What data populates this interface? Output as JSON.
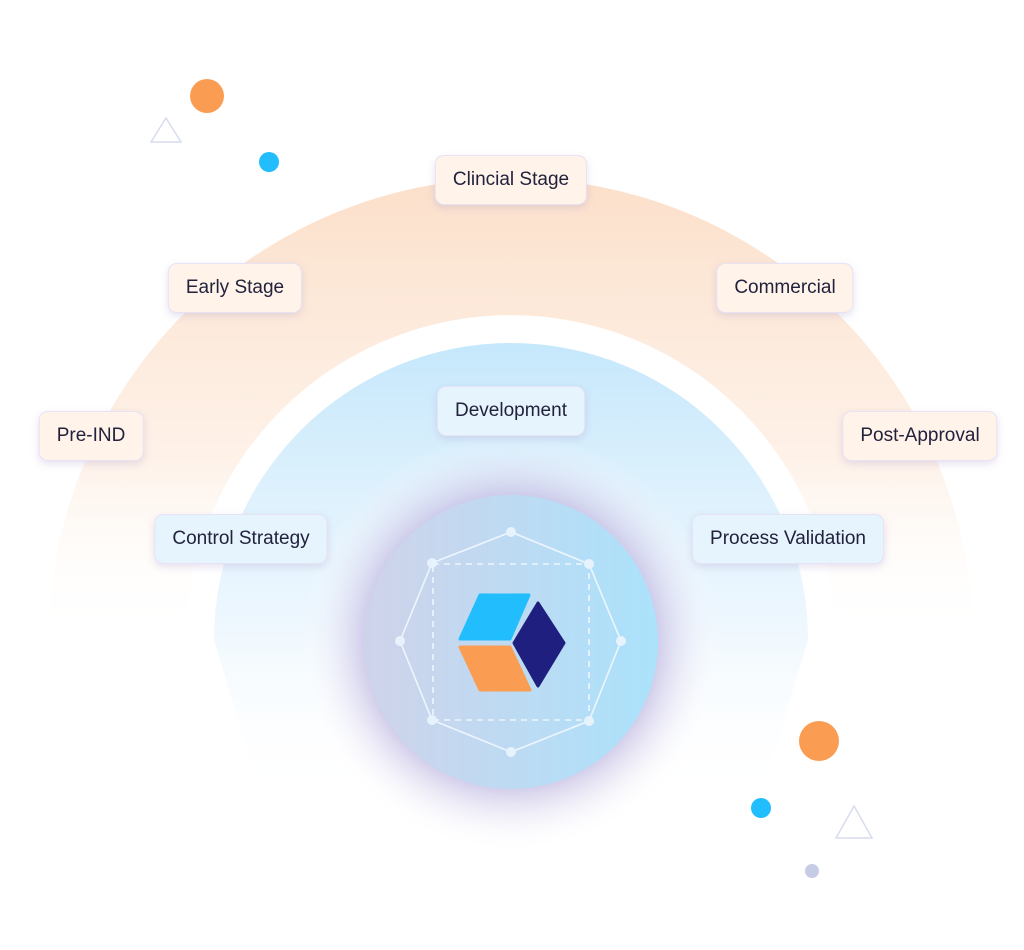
{
  "outer_stages": [
    {
      "label": "Pre-IND"
    },
    {
      "label": "Early Stage"
    },
    {
      "label": "Clincial Stage"
    },
    {
      "label": "Commercial"
    },
    {
      "label": "Post-Approval"
    }
  ],
  "inner_stages": [
    {
      "label": "Control Strategy"
    },
    {
      "label": "Development"
    },
    {
      "label": "Process Validation"
    }
  ],
  "colors": {
    "orange": "#fa9d52",
    "blue": "#22bdfd",
    "navy": "#1f1f80",
    "outer_arc": "#fde4d0",
    "inner_arc": "#cdeafb"
  },
  "center_icon": "cube-logo-icon"
}
